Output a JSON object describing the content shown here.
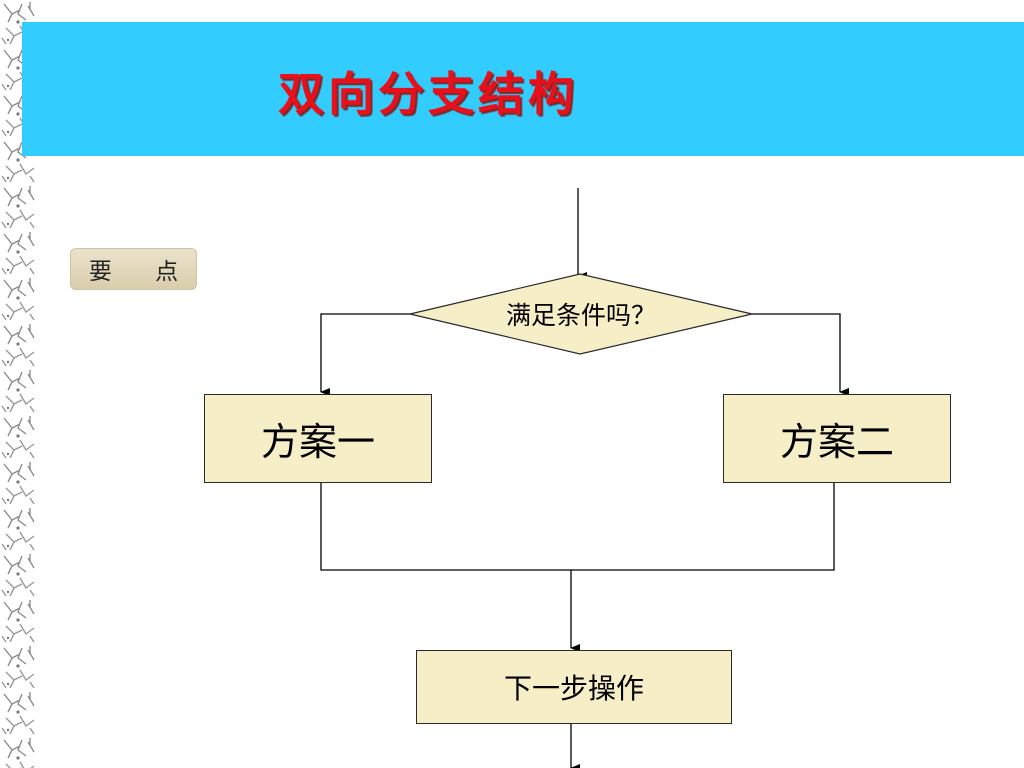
{
  "slide": {
    "title": "双向分支结构",
    "badge_label": "要 点"
  },
  "flowchart": {
    "decision": "满足条件吗？",
    "branch_left": "方案一",
    "branch_right": "方案二",
    "next_step": "下一步操作"
  },
  "colors": {
    "header_band": "#33ccff",
    "title_text": "#e8101a",
    "node_fill": "#f6eec7",
    "badge_fill": "#ddd2b4",
    "connector": "#000000"
  }
}
